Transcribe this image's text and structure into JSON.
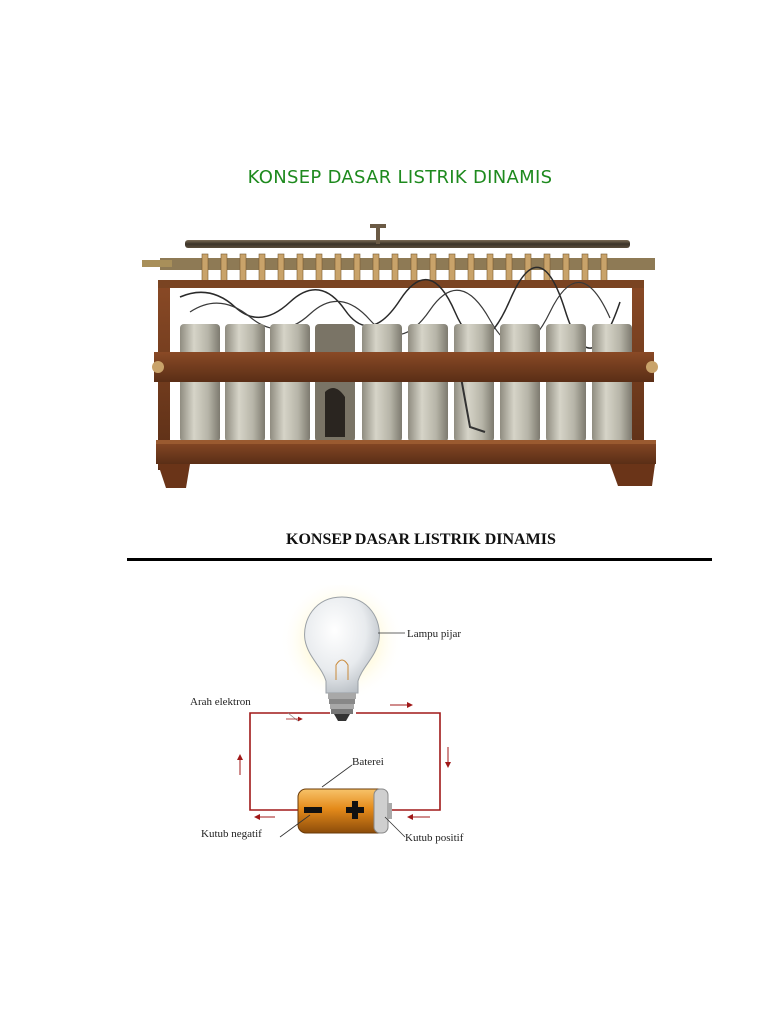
{
  "page": {
    "title": "KONSEP DASAR LISTRIK DINAMIS",
    "heading": "KONSEP DASAR LISTRIK DINAMIS"
  },
  "diagram": {
    "labels": {
      "lamp": "Lampu pijar",
      "electron": "Arah elektron",
      "battery": "Baterei",
      "negative": "Kutub negatif",
      "positive": "Kutub positif"
    },
    "battery_signs": {
      "minus": "−",
      "plus": "+"
    }
  },
  "colors": {
    "title": "#1e8a1e",
    "wood": "#6b3a1e",
    "wire": "#a01818",
    "battery": "#e48a1a"
  }
}
